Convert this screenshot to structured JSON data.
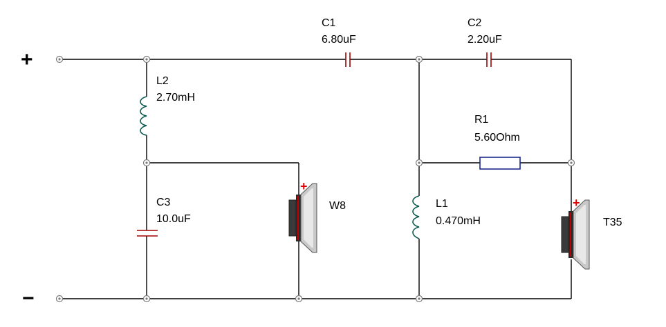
{
  "terminals": {
    "positive": "+",
    "negative": "−"
  },
  "components": {
    "c1": {
      "name": "C1",
      "value": "6.80uF"
    },
    "c2": {
      "name": "C2",
      "value": "2.20uF"
    },
    "c3": {
      "name": "C3",
      "value": "10.0uF"
    },
    "l1": {
      "name": "L1",
      "value": "0.470mH"
    },
    "l2": {
      "name": "L2",
      "value": "2.70mH"
    },
    "r1": {
      "name": "R1",
      "value": "5.60Ohm"
    },
    "w8": {
      "name": "W8",
      "polarity": "+"
    },
    "t35": {
      "name": "T35",
      "polarity": "+"
    }
  },
  "colors": {
    "wire": "#000000",
    "capacitor": "#a00000",
    "inductor": "#0a5a50",
    "resistor": "#1a2a8a",
    "polarity": "#e00000",
    "node": "#7a7a7a"
  }
}
